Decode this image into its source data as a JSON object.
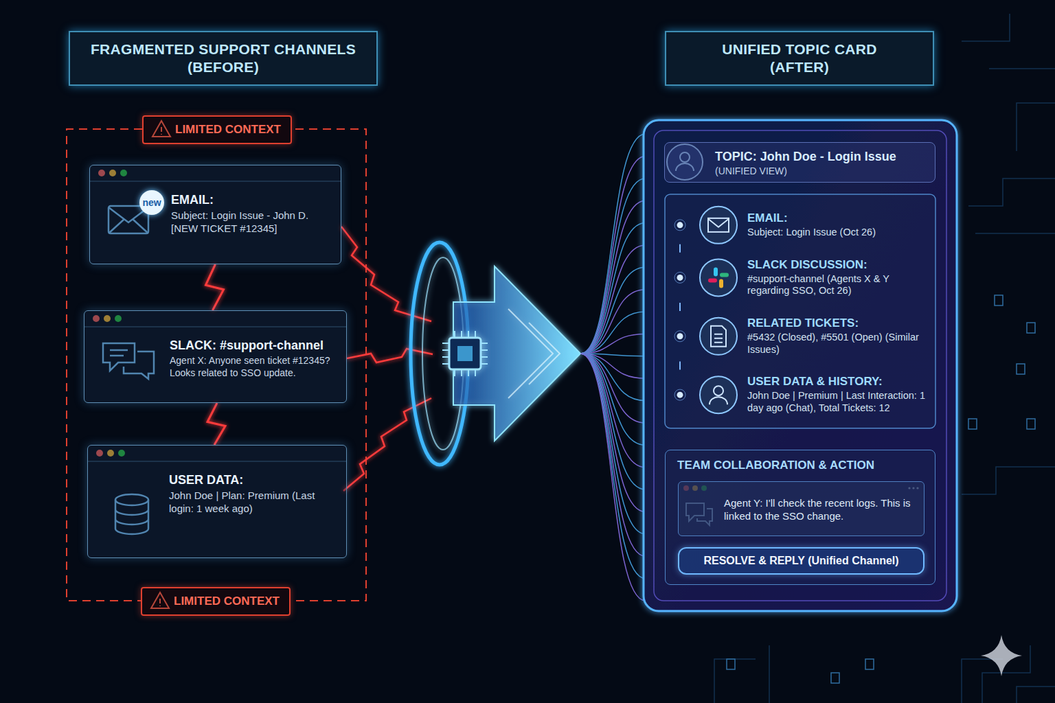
{
  "diagram": {
    "nodes": [
      {
        "text": [
          "FRAGMENTED SUPPORT CHANNELS (BEFORE)"
        ]
      },
      {
        "text": [
          "LIMITED CONTEXT"
        ]
      },
      {
        "text": [
          "EMAIL:",
          "Subject: Login Issue - John D. [NEW TICKET #12345]"
        ]
      },
      {
        "text": [
          "new"
        ],
        "in": 2
      },
      {
        "text": [
          "SLACK: #support-channel",
          "Agent X: Anyone seen ticket #12345? Looks related to SSO update."
        ]
      },
      {
        "text": [
          "USER DATA:",
          "John Doe | Plan: Premium (Last login: 1 week ago)"
        ]
      },
      {
        "text": [
          "LIMITED CONTEXT"
        ]
      },
      {
        "text": [
          "UNIFIED TOPIC CARD (AFTER)"
        ]
      },
      {
        "text": [
          "TOPIC: John Doe - Login Issue",
          "(UNIFIED VIEW)"
        ]
      },
      {
        "text": [
          "EMAIL:",
          "Subject: Login Issue (Oct 26)"
        ]
      },
      {
        "text": [
          "SLACK DISCUSSION:",
          "#support-channel (Agents X & Y regarding SSO, Oct 26)"
        ]
      },
      {
        "text": [
          "RELATED TICKETS:",
          "#5432 (Closed), #5501 (Open) (Similar Issues)"
        ]
      },
      {
        "text": [
          "USER DATA & HISTORY:",
          "John Doe | Premium | Last Interaction: 1 day ago (Chat), Total Tickets: 12"
        ]
      },
      {
        "text": [
          "TEAM COLLABORATION & ACTION"
        ]
      },
      {
        "text": [
          "Agent Y: I'll check the recent logs. This is linked to the SSO change."
        ],
        "in": 13
      },
      {
        "text": [
          "RESOLVE & REPLY (Unified Channel)"
        ],
        "in": 13
      }
    ],
    "edges": [
      {
        "from": 2,
        "to": 4,
        "arrow": "none"
      },
      {
        "from": 4,
        "to": 5,
        "arrow": "none"
      },
      {
        "from": 9,
        "to": 10,
        "arrow": "none"
      },
      {
        "from": 10,
        "to": 11,
        "arrow": "none"
      },
      {
        "from": 11,
        "to": 12,
        "arrow": "none"
      }
    ]
  }
}
